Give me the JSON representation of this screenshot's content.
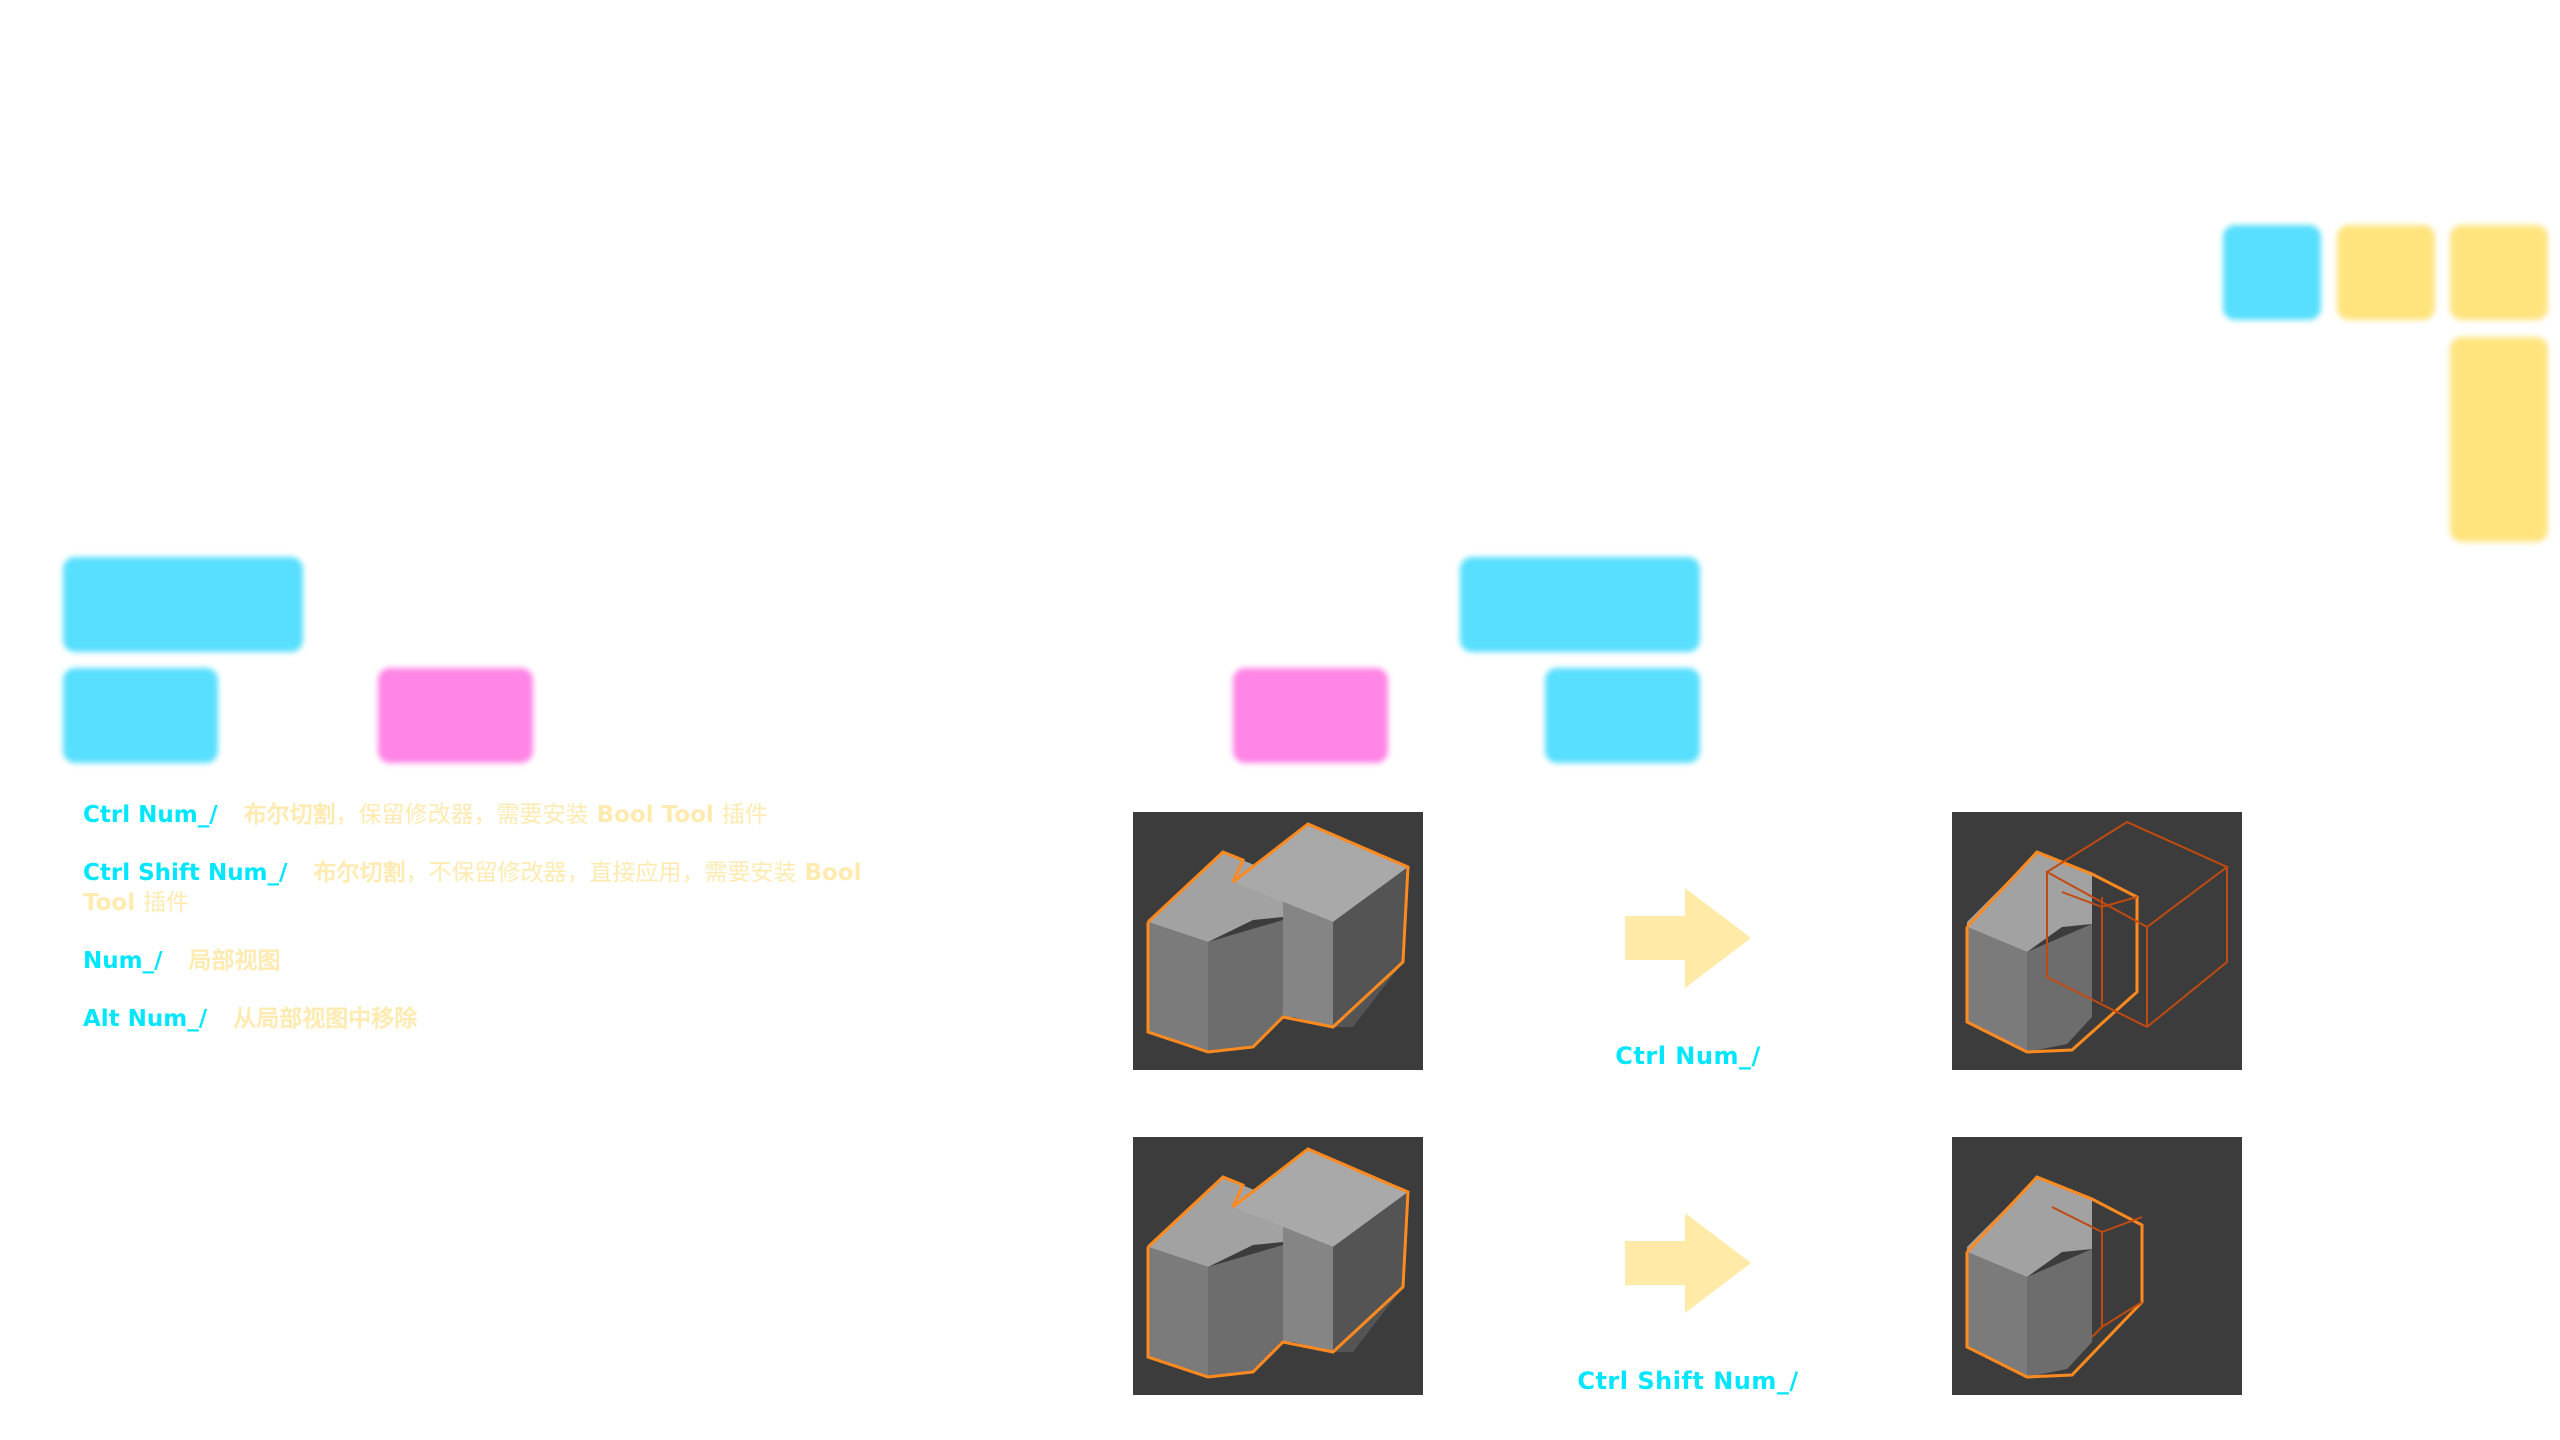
{
  "colors": {
    "cyan": "#58dffd",
    "yellow": "#ffe47e",
    "pink": "#ff85e6",
    "key_text": "#00e6ff",
    "desc_text": "#ffe7a3",
    "tile_bg": "#3c3c3c",
    "selection_outline": "#ff8a1f"
  },
  "shortcuts": [
    {
      "key": "Ctrl Num_/",
      "desc_bold": "布尔切割",
      "desc_rest": "，保留修改器，需要安装",
      "plugin": "Bool Tool",
      "tail": "插件"
    },
    {
      "key": "Ctrl Shift Num_/",
      "desc_bold": "布尔切割",
      "desc_rest": "，不保留修改器，直接应用，需要安装",
      "plugin": "Bool Tool",
      "tail": "插件"
    },
    {
      "key": "Num_/",
      "desc_bold": "局部视图",
      "desc_rest": "",
      "plugin": "",
      "tail": ""
    },
    {
      "key": "Alt Num_/",
      "desc_bold": "从局部视图中移除",
      "desc_rest": "",
      "plugin": "",
      "tail": ""
    }
  ],
  "examples": [
    {
      "label": "Ctrl Num_/",
      "before_icon": "two-cubes-icon",
      "after_icon": "cube-cut-wireframe-icon",
      "arrow_icon": "right-arrow-icon"
    },
    {
      "label": "Ctrl Shift Num_/",
      "before_icon": "two-cubes-icon",
      "after_icon": "cube-cut-applied-icon",
      "arrow_icon": "right-arrow-icon"
    }
  ]
}
